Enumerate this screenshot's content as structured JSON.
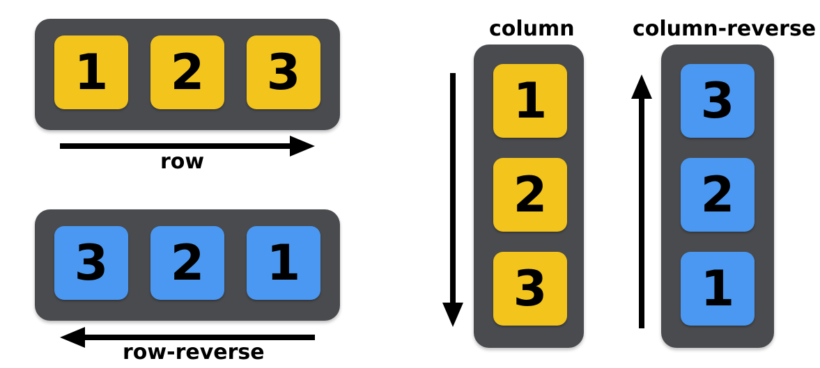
{
  "colors": {
    "container": "#4a4b4f",
    "yellow_item": "#f2c41c",
    "blue_item": "#4a98f1",
    "text": "#000000",
    "arrow": "#000000"
  },
  "row": {
    "label": "row",
    "items": [
      "1",
      "2",
      "3"
    ],
    "item_color": "yellow_item",
    "arrow_direction": "right"
  },
  "row_reverse": {
    "label": "row-reverse",
    "items": [
      "3",
      "2",
      "1"
    ],
    "item_color": "blue_item",
    "arrow_direction": "left"
  },
  "column": {
    "label": "column",
    "items": [
      "1",
      "2",
      "3"
    ],
    "item_color": "yellow_item",
    "arrow_direction": "down"
  },
  "column_reverse": {
    "label": "column-reverse",
    "items": [
      "3",
      "2",
      "1"
    ],
    "item_color": "blue_item",
    "arrow_direction": "up"
  }
}
